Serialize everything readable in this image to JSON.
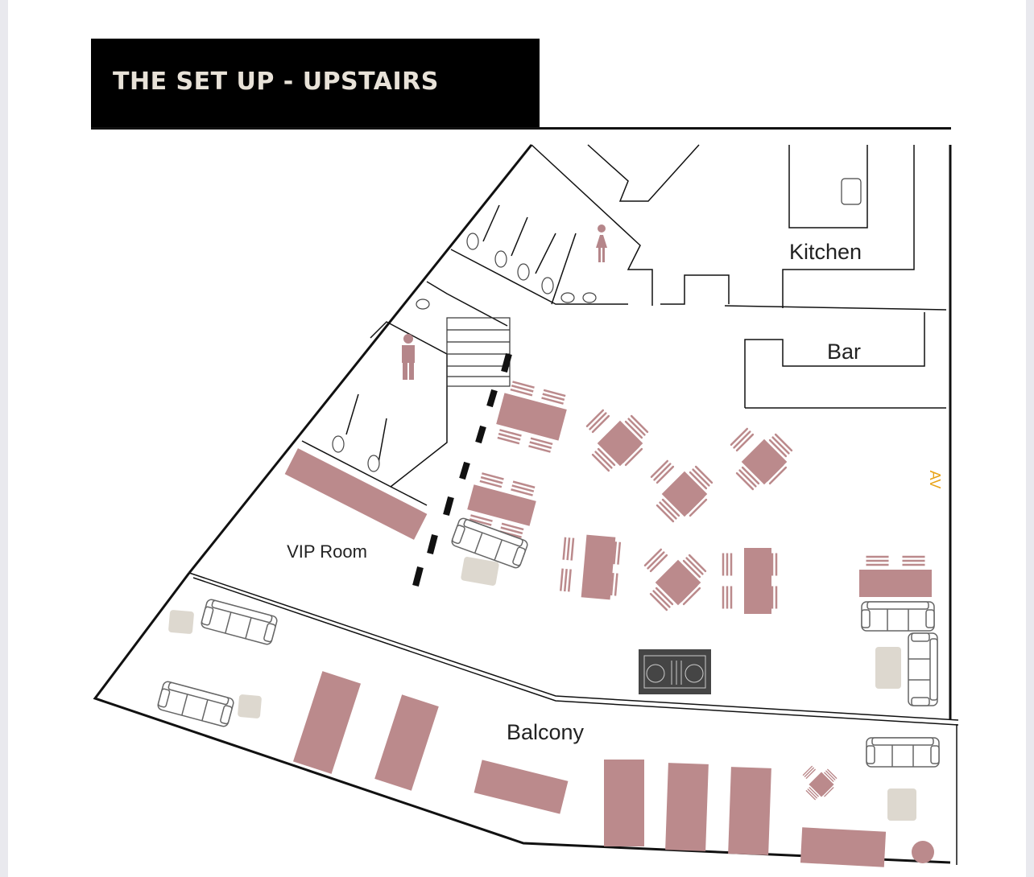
{
  "header": {
    "title": "THE SET UP - UPSTAIRS"
  },
  "floorplan": {
    "rooms": {
      "kitchen": "Kitchen",
      "bar": "Bar",
      "vip_room": "VIP Room",
      "balcony": "Balcony"
    },
    "av_label": "AV",
    "icons": [
      "female-toilet-icon",
      "male-toilet-icon",
      "dj-booth-icon",
      "stairs-icon",
      "sofa-icon"
    ],
    "colors": {
      "table": "#bb8a8c",
      "ottoman": "#ddd8cf",
      "av": "#e8a317",
      "dj_booth": "#454545",
      "header_bg": "#000000",
      "header_text": "#e8e2d8"
    }
  }
}
